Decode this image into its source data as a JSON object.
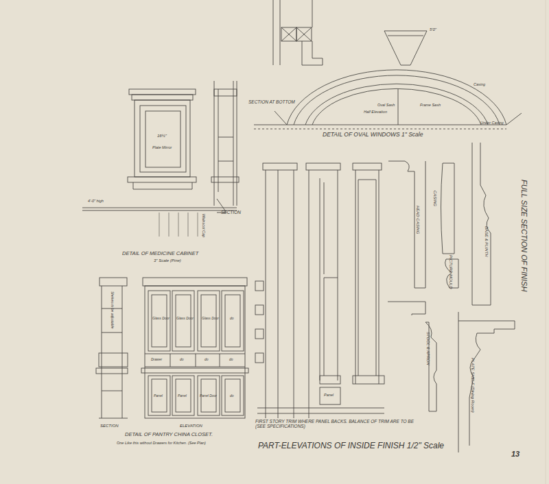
{
  "diagram": {
    "labels": [
      "SECTION AT BOTTOM",
      "DETAIL OF OVAL WINDOWS 1\" Scale",
      "Half Elevation",
      "5'0\"",
      "Oval Sash",
      "Frame Sash",
      "Casing",
      "Under Casing",
      "16½\"",
      "Plate Mirror",
      "SECTION",
      "4'-0\" high",
      "Wainscot Cap",
      "DETAIL OF MEDICINE CABINET",
      "3\" Scale (Pine)",
      "Shelves to be adjustable",
      "SECTION",
      "ELEVATION",
      "DETAIL OF PANTRY CHINA CLOSET.",
      "One Like this without Drawers for Kitchen. (See Plan)",
      "Glass Door",
      "Glass Door",
      "Glass Door",
      "do",
      "Drawer",
      "do",
      "do",
      "do",
      "Panel",
      "Panel",
      "Panel Door",
      "do",
      "FIRST STORY TRIM WHERE PANEL BACKS. BALANCE OF TRIM ARE TO BE (SEE SPECIFICATIONS)",
      "PART-ELEVATIONS OF INSIDE FINISH 1/2\" Scale",
      "Panel",
      "HEAD CASING",
      "CASING",
      "PICTURE MOULD",
      "BASE & PLINTH",
      "FULL SIZE SECTION OF FINISH",
      "STOOL & APRON",
      "PLATE SHELF (Dining Room)",
      "13"
    ]
  }
}
